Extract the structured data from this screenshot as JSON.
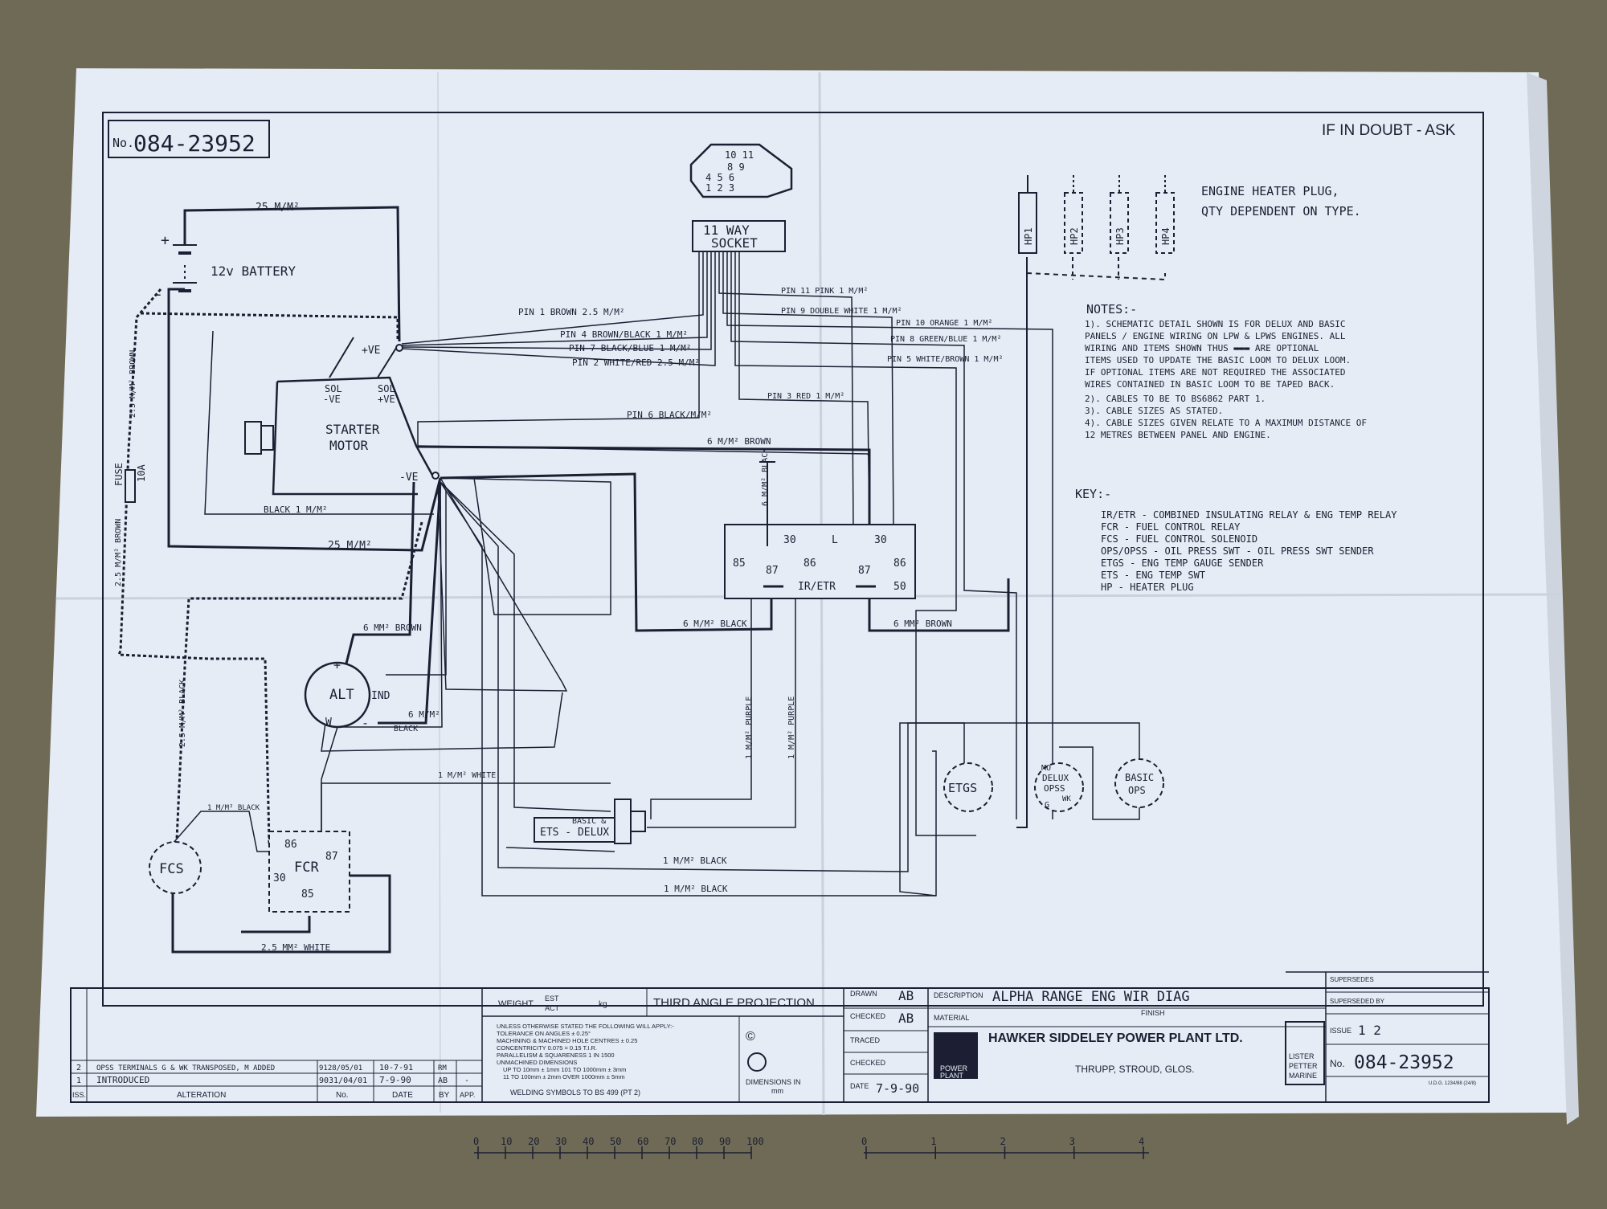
{
  "drawing": {
    "number": "084-23952",
    "number_prefix": "No.",
    "doubt_note": "IF IN DOUBT - ASK"
  },
  "battery": {
    "label": "12v BATTERY",
    "plus": "+",
    "minus": "-"
  },
  "fuse": {
    "label": "FUSE",
    "rating": "10A"
  },
  "starter": {
    "label_1": "STARTER",
    "label_2": "MOTOR",
    "pos": "+VE",
    "neg": "-VE",
    "sol_neg_1": "SOL",
    "sol_neg_2": "-VE",
    "sol_pos_1": "SOL",
    "sol_pos_2": "+VE"
  },
  "alternator": {
    "label": "ALT",
    "ind": "IND",
    "plus": "+",
    "w": "W",
    "minus": "-"
  },
  "socket": {
    "label_1": "11 WAY",
    "label_2": "SOCKET",
    "pins_top": "10 11",
    "row_1": "8 9",
    "row_2": "4 5 6",
    "row_3": "1 2 3"
  },
  "relay_irtr": {
    "label": "IR/ETR",
    "t30a": "30",
    "t85": "85",
    "t87a": "87",
    "t86a": "86",
    "tL": "L",
    "t30b": "30",
    "t87b": "87",
    "t86b": "86",
    "t50": "50"
  },
  "fcr": {
    "label": "FCR",
    "t86": "86",
    "t87": "87",
    "t30": "30",
    "t85": "85"
  },
  "fcs": {
    "label": "FCS"
  },
  "ets": {
    "label": "ETS - DELUX",
    "note": "BASIC &"
  },
  "etgs": {
    "label": "ETGS"
  },
  "delux_ops": {
    "label_1": "DELUX",
    "label_2": "OPSS",
    "mo": "MO",
    "wk": "WK",
    "g": "G"
  },
  "basic_ops": {
    "label_1": "BASIC",
    "label_2": "OPS"
  },
  "heater_plugs": [
    "HP1",
    "HP2",
    "HP3",
    "HP4"
  ],
  "heater_note_1": "ENGINE HEATER PLUG,",
  "heater_note_2": "QTY DEPENDENT ON TYPE.",
  "wires": {
    "w25_top": "25 M/M²",
    "w25_bottom": "25 M/M²",
    "w25_left": "2.5 M/M² BROWN",
    "w25_left2": "2.5 M/M² BROWN",
    "w25_fcs": "2.5 M/M² BLACK",
    "pin1": "PIN 1  BROWN 2.5 M/M²",
    "pin4": "PIN 4 BROWN/BLACK 1 M/M²",
    "pin7": "PIN 7 BLACK/BLUE 1 M/M²",
    "pin2": "PIN 2  WHITE/RED 2.5 M/M²",
    "pin11": "PIN 11 PINK 1 M/M²",
    "pin9": "PIN 9 DOUBLE WHITE 1 M/M²",
    "pin10": "PIN 10 ORANGE 1 M/M²",
    "pin8": "PIN 8 GREEN/BLUE 1 M/M²",
    "pin5": "PIN 5 WHITE/BROWN 1 M/M²",
    "pin3": "PIN 3 RED 1 M/M²",
    "pin6": "PIN 6 BLACK/M/M²",
    "brown6_top": "6 M/M² BROWN",
    "black1": "BLACK 1 M/M²",
    "black6_ir": "6 M/M² BLACK",
    "brown6_ir": "6 MM² BROWN",
    "black6_relay": "6 M/M² BLACK",
    "brown6_alt": "6 MM² BROWN",
    "black6_alt": "6 M/M²",
    "black6_alt2": "BLACK",
    "purple1": "1 M/M² PURPLE",
    "purple2": "1 M/M² PURPLE",
    "white1": "1 M/M² WHITE",
    "black_ets": "1 M/M² BLACK",
    "black_bottom": "1 M/M² BLACK",
    "white25": "2.5 MM² WHITE",
    "black_fcr": "1 M/M² BLACK"
  },
  "notes": {
    "title": "NOTES:-",
    "lines": [
      "1).  SCHEMATIC DETAIL SHOWN IS FOR DELUX AND BASIC",
      "      PANELS / ENGINE WIRING ON LPW & LPWS ENGINES. ALL",
      "      WIRING AND ITEMS SHOWN THUS ▬▬▬ ARE OPTIONAL",
      "      ITEMS USED TO UPDATE THE BASIC LOOM TO DELUX LOOM.",
      "      IF OPTIONAL ITEMS ARE NOT REQUIRED THE ASSOCIATED",
      "      WIRES CONTAINED IN BASIC LOOM TO BE TAPED BACK.",
      "2).  CABLES TO BE TO BS6862 PART 1.",
      "3).  CABLE SIZES AS STATED.",
      "4).  CABLE SIZES GIVEN RELATE TO A MAXIMUM DISTANCE OF",
      "      12 METRES BETWEEN PANEL AND ENGINE."
    ]
  },
  "key": {
    "title": "KEY:-",
    "lines": [
      "IR/ETR - COMBINED INSULATING RELAY & ENG TEMP RELAY",
      "FCR - FUEL CONTROL RELAY",
      "FCS - FUEL CONTROL SOLENOID",
      "OPS/OPSS - OIL PRESS SWT - OIL PRESS SWT SENDER",
      "ETGS - ENG TEMP GAUGE SENDER",
      "ETS - ENG TEMP SWT",
      "HP - HEATER PLUG"
    ]
  },
  "title_block": {
    "weight": "WEIGHT",
    "est": "EST",
    "act": "ACT",
    "kg": "kg",
    "projection": "THIRD ANGLE PROJECTION",
    "tolerance_lines": [
      "UNLESS OTHERWISE STATED THE FOLLOWING WILL APPLY:-",
      "TOLERANCE ON ANGLES ± 0.25°",
      "MACHINING & MACHINED HOLE CENTRES ± 0.25",
      "CONCENTRICITY 0.075 = 0.15 T.I.R.",
      "PARALLELISM & SQUARENESS 1 IN 1500",
      "UNMACHINED DIMENSIONS",
      "UP TO 10mm  ± 1mm        101 TO 1000mm  ± 3mm",
      "11 TO 100mm  ± 2mm        OVER 1000mm  ± 5mm"
    ],
    "welding": "WELDING SYMBOLS TO BS 499 (PT 2)",
    "dimensions": "DIMENSIONS IN",
    "mm": "mm",
    "copyright": "©",
    "drawn": "DRAWN",
    "drawn_by": "AB",
    "checked": "CHECKED",
    "checked_by": "AB",
    "traced": "TRACED",
    "checked2": "CHECKED",
    "date": "DATE",
    "date_value": "7-9-90",
    "description": "DESCRIPTION",
    "description_value": "ALPHA RANGE ENG WIR DIAG",
    "material": "MATERIAL",
    "finish": "FINISH",
    "company": "HAWKER SIDDELEY POWER PLANT LTD.",
    "address": "THRUPP, STROUD, GLOS.",
    "logo_top": "POWER",
    "logo_bottom": "PLANT",
    "lister_1": "LISTER",
    "lister_2": "PETTER",
    "lister_3": "MARINE",
    "supersedes": "SUPERSEDES",
    "superseded_by": "SUPERSEDED BY",
    "issue": "ISSUE",
    "issue_value": "1 2",
    "no_label": "No.",
    "no_value": "084-23952",
    "form_ref": "U.D.G. 1234/88 (24/8)"
  },
  "alterations": {
    "rows": [
      {
        "iss": "2",
        "alteration": "OPSS TERMINALS G & WK TRANSPOSED, M ADDED",
        "no": "9128/05/01",
        "date": "10-7-91",
        "by": "RM",
        "app": ""
      },
      {
        "iss": "1",
        "alteration": "INTRODUCED",
        "no": "9031/04/01",
        "date": "7-9-90",
        "by": "AB",
        "app": "-"
      }
    ],
    "headers": [
      "ISS.",
      "ALTERATION",
      "No.",
      "DATE",
      "BY",
      "APP."
    ]
  },
  "ruler_labels": [
    "0",
    "10",
    "20",
    "30",
    "40",
    "50",
    "60",
    "70",
    "80",
    "90",
    "100"
  ],
  "ruler2_labels": [
    "0",
    "1",
    "2",
    "3",
    "4"
  ],
  "colors": {
    "paper": "#e9eef6",
    "ink": "#1c1f33",
    "backdrop": "#6f6a55"
  }
}
